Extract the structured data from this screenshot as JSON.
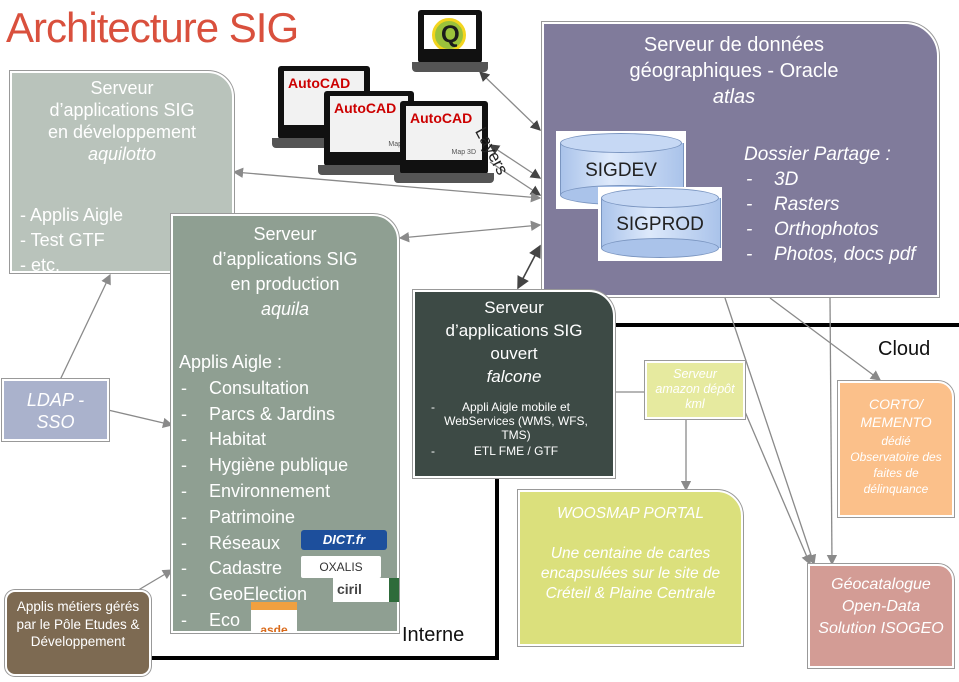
{
  "title": "Architecture SIG",
  "laptops": {
    "qgis": "Q",
    "autocad1": "AutoCAD",
    "autocad2": "AutoCAD",
    "autocad2_sub": "Map",
    "autocad3": "AutoCAD",
    "autocad3_sub": "Map 3D"
  },
  "layers_label": "Layers",
  "oracle": {
    "title_line1": "Serveur de données",
    "title_line2": "géographiques - Oracle",
    "name": "atlas",
    "db1": "SIGDEV",
    "db2": "SIGPROD",
    "folder_title": "Dossier Partage :",
    "folder_items": [
      "3D",
      "Rasters",
      "Orthophotos",
      "Photos, docs pdf"
    ]
  },
  "dev": {
    "title_line1": "Serveur",
    "title_line2": "d’applications SIG",
    "title_line3": "en développement",
    "name": "aquilotto",
    "items": [
      "- Applis Aigle",
      "- Test GTF",
      "- etc."
    ]
  },
  "prod": {
    "title_line1": "Serveur",
    "title_line2": "d’applications SIG",
    "title_line3": "en production",
    "name": "aquila",
    "apps_title": "Applis Aigle :",
    "items": [
      "Consultation",
      "Parcs & Jardins",
      "Habitat",
      "Hygiène publique",
      "Environnement",
      "Patrimoine",
      "Réseaux",
      "Cadastre",
      "GeoElection",
      "Eco"
    ]
  },
  "logos": {
    "dict": "DICT.fr",
    "oxalis": "OXALIS",
    "ciril": "ciril",
    "asde": "asde"
  },
  "falcone": {
    "title_line1": "Serveur",
    "title_line2": "d’applications SIG",
    "title_line3": "ouvert",
    "name": "falcone",
    "item1": "Appli Aigle mobile et WebServices (WMS, WFS, TMS)",
    "item2": "ETL FME / GTF"
  },
  "ldap": "LDAP - SSO",
  "metiers": "Applis métiers gérés par le Pôle Etudes & Développement",
  "interne": "Interne",
  "cloud": "Cloud",
  "amazon": "Serveur amazon dépôt kml",
  "woosmap": {
    "title": "WOOSMAP PORTAL",
    "text": "Une centaine de cartes encapsulées sur le site de Créteil & Plaine Centrale"
  },
  "corto": {
    "title": "CORTO/ MEMENTO",
    "text": "dédié Observatoire des faites de délinquance"
  },
  "geocat": "Géocatalogue Open-Data Solution ISOGEO",
  "colors": {
    "title": "#d9503d",
    "dev": "#b9c3bb",
    "prod": "#8f9f92",
    "oracle": "#807b9b",
    "falcone": "#3d4a45",
    "ldap": "#aab2cc",
    "metiers": "#7d6a52",
    "amazon": "#e6ea9f",
    "woosmap": "#dbe07c",
    "corto": "#fbc08a",
    "geocat": "#d39c95"
  }
}
